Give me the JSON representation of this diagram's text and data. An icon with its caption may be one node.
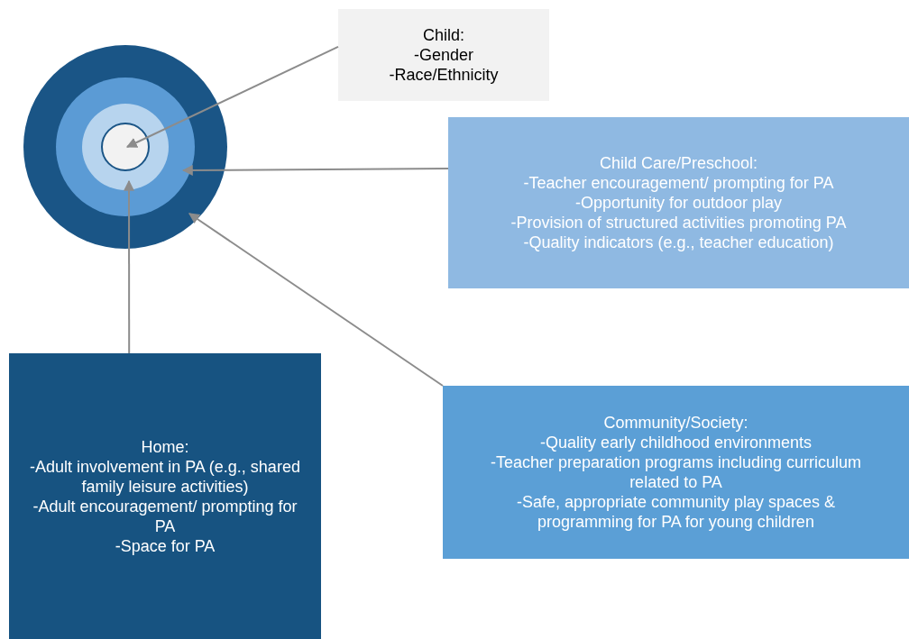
{
  "diagram": {
    "nodes": [
      {
        "text": [],
        "shape": "circle"
      },
      {
        "text": [],
        "shape": "circle",
        "in": 0
      },
      {
        "text": [],
        "shape": "circle",
        "in": 1
      },
      {
        "text": [],
        "shape": "circle",
        "in": 2
      },
      {
        "text": [
          "Child:",
          "-Gender",
          "-Race/Ethnicity"
        ]
      },
      {
        "text": [
          "Child Care/Preschool:",
          "-Teacher encouragement/ prompting for PA",
          "-Opportunity for outdoor play",
          "-Provision of structured activities promoting PA",
          "-Quality indicators (e.g., teacher education)"
        ]
      },
      {
        "text": [
          "Community/Society:",
          "-Quality early childhood environments",
          "-Teacher preparation programs including curriculum related to PA",
          "-Safe, appropriate community play spaces & programming for PA for young children"
        ]
      },
      {
        "text": [
          "Home:",
          "-Adult involvement in PA (e.g., shared family leisure activities)",
          "-Adult encouragement/ prompting for PA",
          "-Space for PA"
        ]
      }
    ],
    "edges": [
      {
        "from": 4,
        "to": 3,
        "arrow": "to"
      },
      {
        "from": 5,
        "to": 1,
        "arrow": "to"
      },
      {
        "from": 7,
        "to": 2,
        "arrow": "to"
      },
      {
        "from": 6,
        "to": 0,
        "arrow": "to"
      }
    ]
  }
}
